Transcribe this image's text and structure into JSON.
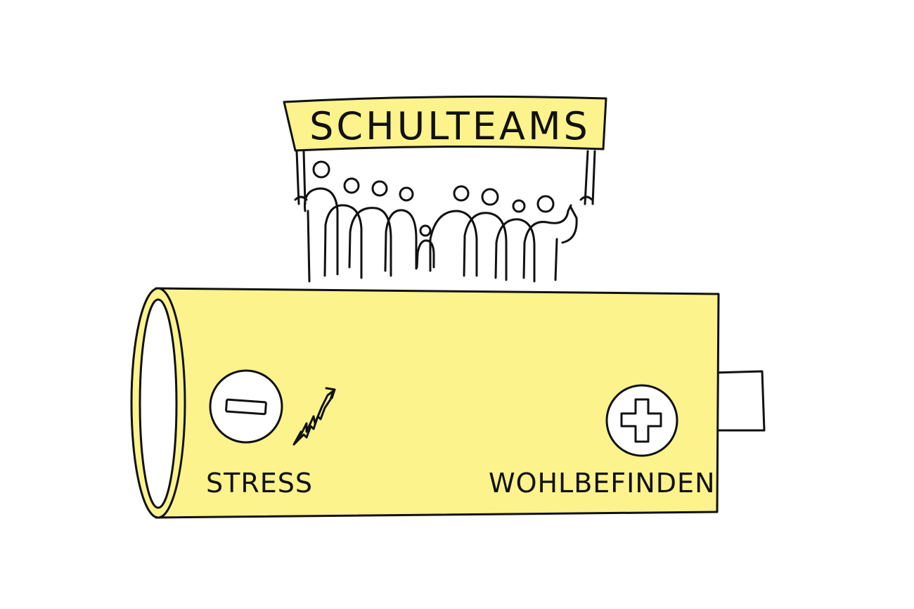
{
  "banner": {
    "text": "SCHULTEAMS"
  },
  "battery": {
    "negative_label": "STRESS",
    "positive_label": "WOHLBEFINDEN"
  },
  "colors": {
    "fill_yellow": "#fcf38c",
    "ink": "#111111",
    "background": "#ffffff"
  },
  "icons": {
    "negative_terminal": "minus-icon",
    "positive_terminal": "plus-icon",
    "stress_spark": "lightning-icon",
    "team": "people-group-icon"
  }
}
